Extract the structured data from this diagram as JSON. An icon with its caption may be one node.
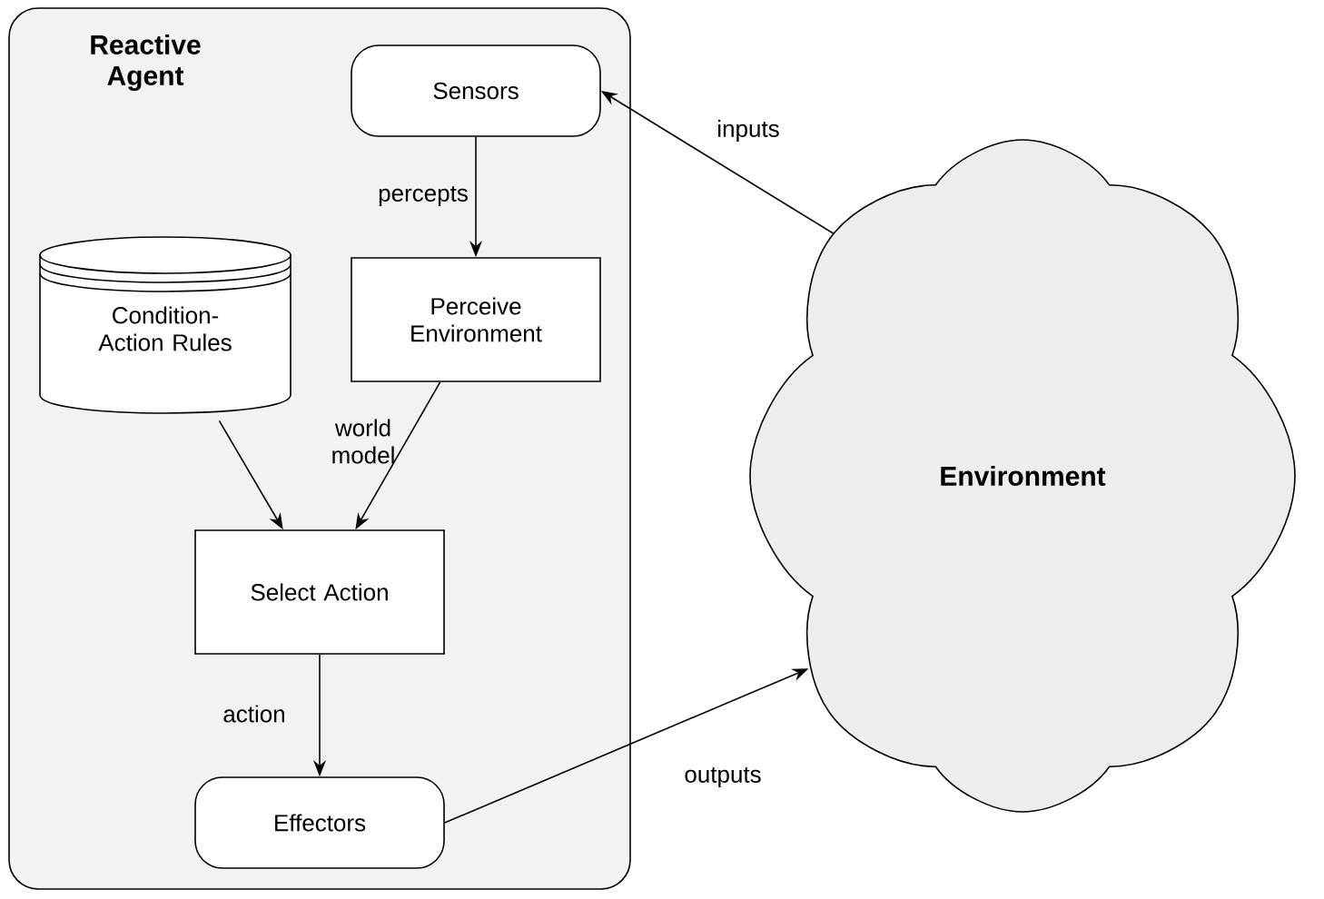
{
  "diagram": {
    "nodes": [
      {
        "text": [
          "Reactive Agent"
        ]
      },
      {
        "text": [
          "Sensors"
        ],
        "in": 0
      },
      {
        "text": [
          "Condition-Action Rules"
        ],
        "in": 0
      },
      {
        "text": [
          "Perceive Environment"
        ],
        "in": 0
      },
      {
        "text": [
          "Select Action"
        ],
        "in": 0
      },
      {
        "text": [
          "Effectors"
        ],
        "in": 0
      },
      {
        "text": [
          "Environment"
        ]
      }
    ],
    "edges": [
      {
        "from": 6,
        "to": 1,
        "arrow": "to",
        "label": "inputs"
      },
      {
        "from": 1,
        "to": 3,
        "arrow": "to",
        "label": "percepts"
      },
      {
        "from": 2,
        "to": 4,
        "arrow": "to"
      },
      {
        "from": 3,
        "to": 4,
        "arrow": "to",
        "label": "world model"
      },
      {
        "from": 4,
        "to": 5,
        "arrow": "to",
        "label": "action"
      },
      {
        "from": 5,
        "to": 6,
        "arrow": "to",
        "label": "outputs"
      }
    ]
  }
}
